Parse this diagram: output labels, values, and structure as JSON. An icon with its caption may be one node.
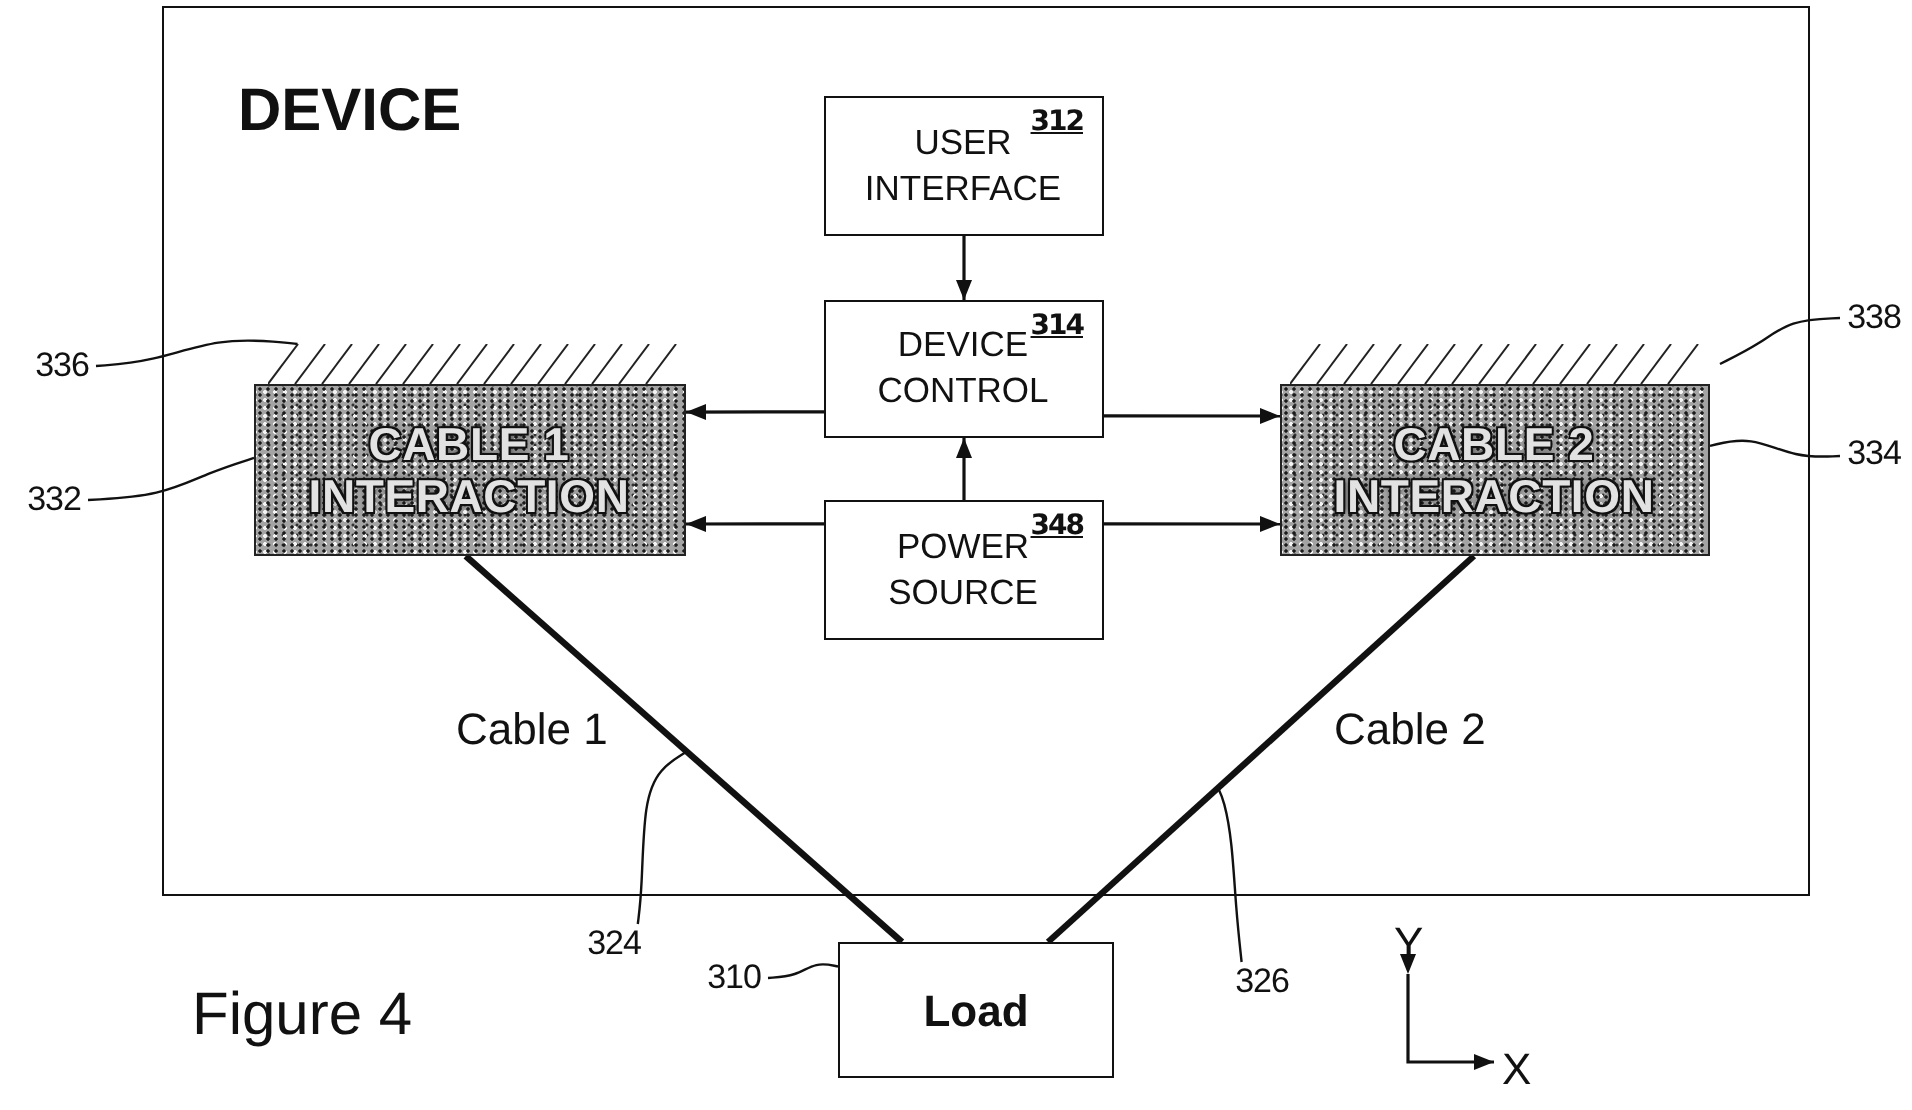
{
  "diagram": {
    "caption": "Figure 4",
    "nodes": [
      {
        "text": [
          "DEVICE"
        ]
      },
      {
        "text": [
          "312",
          "USER INTERFACE"
        ],
        "in": 0
      },
      {
        "text": [
          "314",
          "DEVICE CONTROL"
        ],
        "in": 0
      },
      {
        "text": [
          "CABLE 1 INTERACTION"
        ],
        "in": 0
      },
      {
        "text": [
          "CABLE 2 INTERACTION"
        ],
        "in": 0
      },
      {
        "text": [
          "348",
          "POWER SOURCE"
        ],
        "in": 0
      },
      {
        "text": [
          "Load"
        ]
      },
      {
        "text": [
          "336"
        ]
      },
      {
        "text": [
          "332"
        ]
      },
      {
        "text": [
          "338"
        ]
      },
      {
        "text": [
          "334"
        ]
      },
      {
        "text": [
          "324"
        ]
      },
      {
        "text": [
          "310"
        ]
      },
      {
        "text": [
          "326"
        ]
      },
      {
        "text": [],
        "shape": "hatching",
        "in": 0
      },
      {
        "text": [],
        "shape": "hatching",
        "in": 0
      }
    ],
    "edges": [
      {
        "from": 1,
        "to": 2,
        "arrow": "to"
      },
      {
        "from": 2,
        "to": 3,
        "arrow": "to"
      },
      {
        "from": 2,
        "to": 4,
        "arrow": "to"
      },
      {
        "from": 5,
        "to": 2,
        "arrow": "to"
      },
      {
        "from": 5,
        "to": 3,
        "arrow": "to"
      },
      {
        "from": 5,
        "to": 4,
        "arrow": "to"
      },
      {
        "from": 3,
        "to": 6,
        "arrow": "none",
        "label": "Cable 1",
        "style": "thick"
      },
      {
        "from": 4,
        "to": 6,
        "arrow": "none",
        "label": "Cable 2",
        "style": "thick"
      },
      {
        "from": 7,
        "to": 14,
        "arrow": "none"
      },
      {
        "from": 8,
        "to": 3,
        "arrow": "none"
      },
      {
        "from": 9,
        "to": 15,
        "arrow": "none"
      },
      {
        "from": 10,
        "to": 4,
        "arrow": "none"
      },
      {
        "from": 11,
        "to": null,
        "arrow": "none"
      },
      {
        "from": 12,
        "to": 6,
        "arrow": "none"
      },
      {
        "from": 13,
        "to": null,
        "arrow": "none"
      }
    ],
    "labels": [
      "Y",
      "X"
    ]
  }
}
